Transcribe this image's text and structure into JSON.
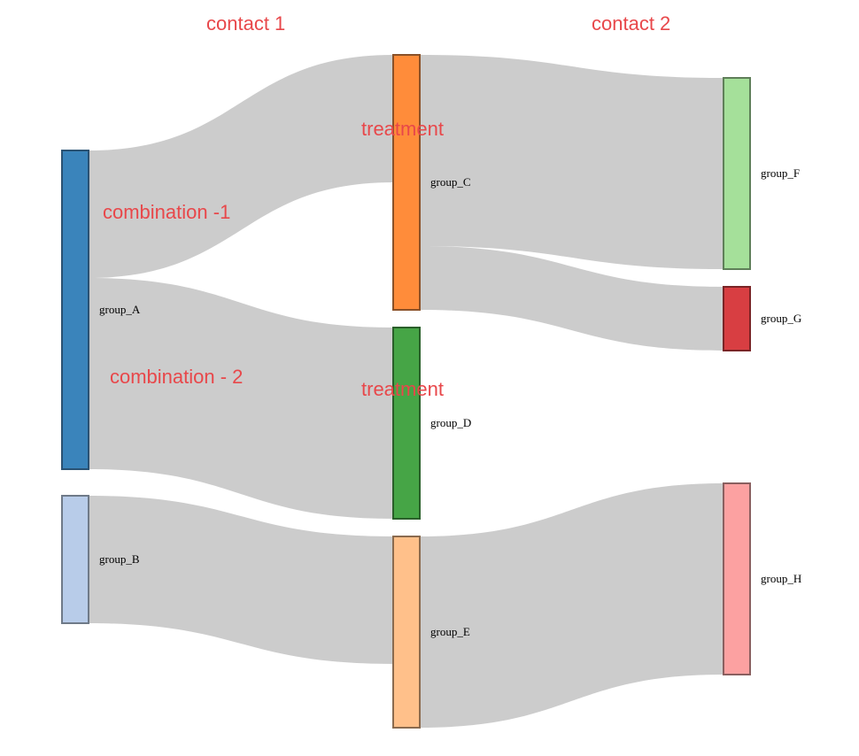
{
  "chart_data": {
    "type": "sankey",
    "title": "",
    "nodes": [
      {
        "id": "group_A",
        "label": "group_A",
        "column": 0,
        "value": 5,
        "color": "#3a84bb",
        "stroke": "#2a5273"
      },
      {
        "id": "group_B",
        "label": "group_B",
        "column": 0,
        "value": 2,
        "color": "#b8cce9",
        "stroke": "#6f7a88"
      },
      {
        "id": "group_C",
        "label": "group_C",
        "column": 1,
        "value": 4,
        "color": "#ff8c3a",
        "stroke": "#8a5128"
      },
      {
        "id": "group_D",
        "label": "group_D",
        "column": 1,
        "value": 3,
        "color": "#46a546",
        "stroke": "#2a5f2a"
      },
      {
        "id": "group_E",
        "label": "group_E",
        "column": 1,
        "value": 3,
        "color": "#ffc08a",
        "stroke": "#8a6a4e"
      },
      {
        "id": "group_F",
        "label": "group_F",
        "column": 2,
        "value": 3,
        "color": "#a5e09a",
        "stroke": "#5f7f59"
      },
      {
        "id": "group_G",
        "label": "group_G",
        "column": 2,
        "value": 1,
        "color": "#d83e42",
        "stroke": "#7a2426"
      },
      {
        "id": "group_H",
        "label": "group_H",
        "column": 2,
        "value": 3,
        "color": "#fca1a1",
        "stroke": "#8a5f5f"
      }
    ],
    "links": [
      {
        "source": "group_A",
        "target": "group_C",
        "value": 2
      },
      {
        "source": "group_A",
        "target": "group_D",
        "value": 3
      },
      {
        "source": "group_B",
        "target": "group_E",
        "value": 2
      },
      {
        "source": "group_C",
        "target": "group_F",
        "value": 3
      },
      {
        "source": "group_C",
        "target": "group_G",
        "value": 1
      },
      {
        "source": "group_E",
        "target": "group_H",
        "value": 3
      }
    ],
    "link_color": "#cccccc",
    "annotations": {
      "contact_1": "contact 1",
      "contact_2": "contact 2",
      "combination_1": "combination -1",
      "combination_2": "combination - 2",
      "treatment_c": "treatment",
      "treatment_d": "treatment"
    },
    "annotation_color": "#e8474a"
  }
}
